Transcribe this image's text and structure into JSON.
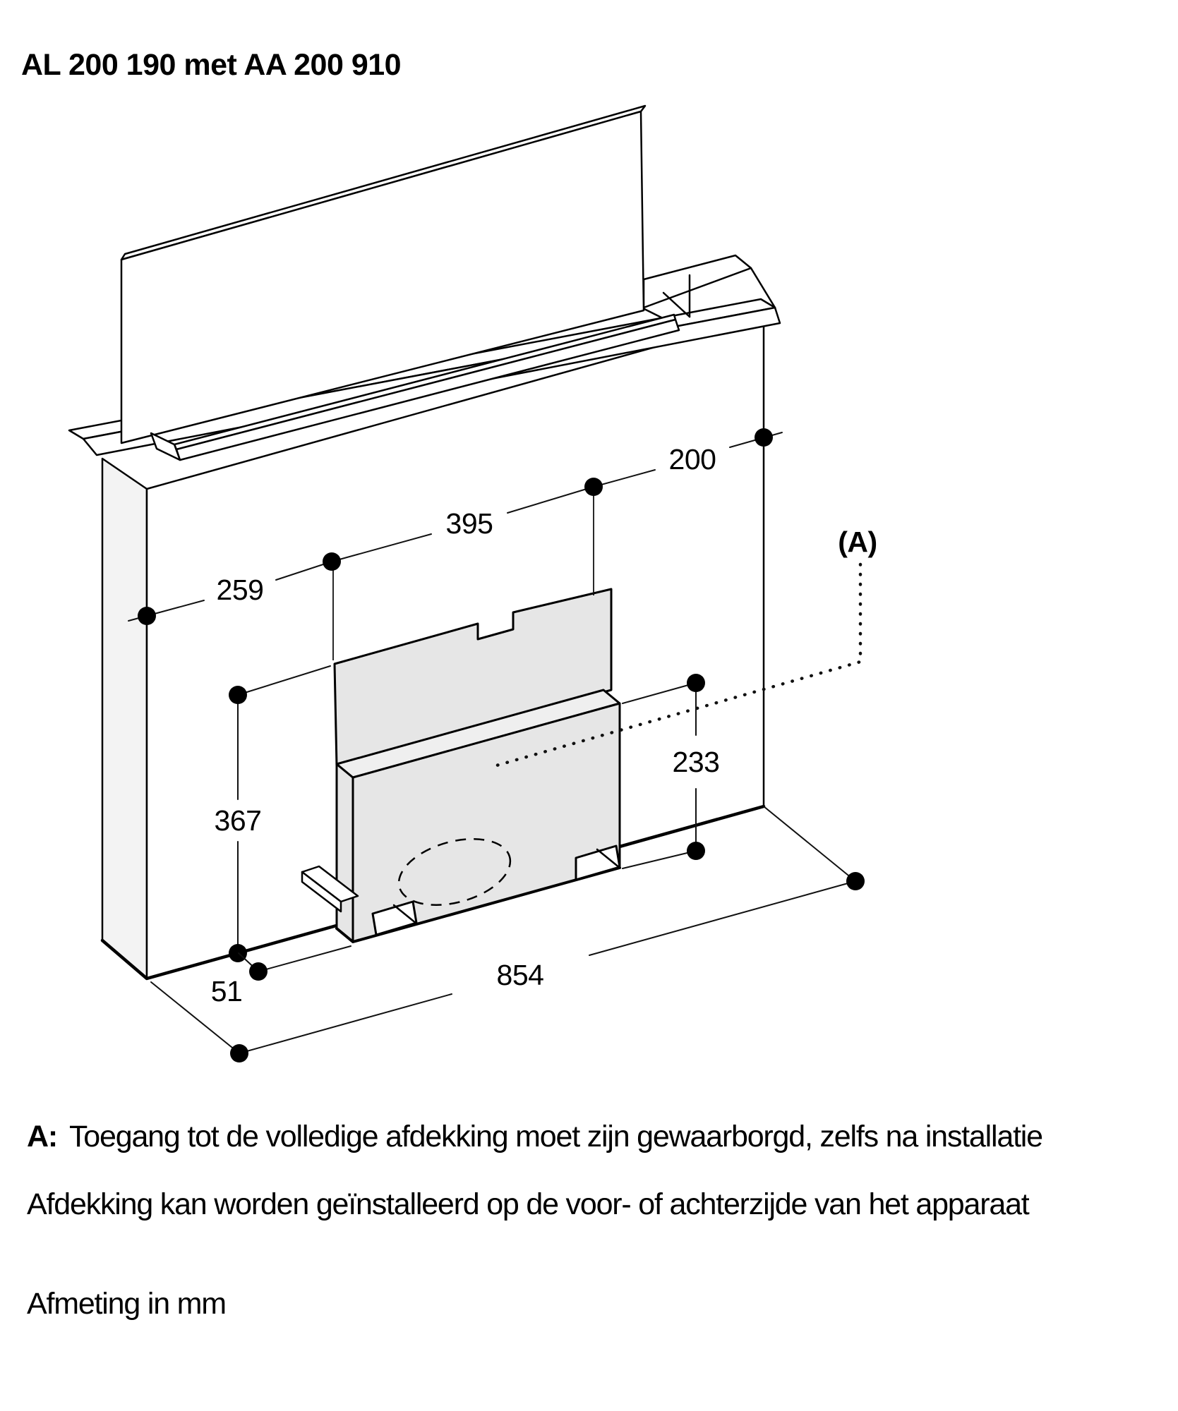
{
  "title": "AL 200 190 met AA 200 910",
  "labels": {
    "d259": "259",
    "d395": "395",
    "d200": "200",
    "d233": "233",
    "d367": "367",
    "d854": "854",
    "d51": "51",
    "refA": "(A)"
  },
  "notes": {
    "a_prefix": "A:",
    "a_text": "Toegang tot de volledige afdekking moet zijn gewaarborgd, zelfs na installatie",
    "line2": "Afdekking kan worden geïnstalleerd op de voor- of achterzijde van het apparaat",
    "units": "Afmeting in mm"
  },
  "colors": {
    "background": "#ffffff",
    "outline": "#000000",
    "dimension_line": "#111111",
    "plate_gray": "#e6e6e6",
    "box_top_gray": "#efefef",
    "wall_side_gray": "#f3f3f3",
    "white_face": "#ffffff"
  }
}
